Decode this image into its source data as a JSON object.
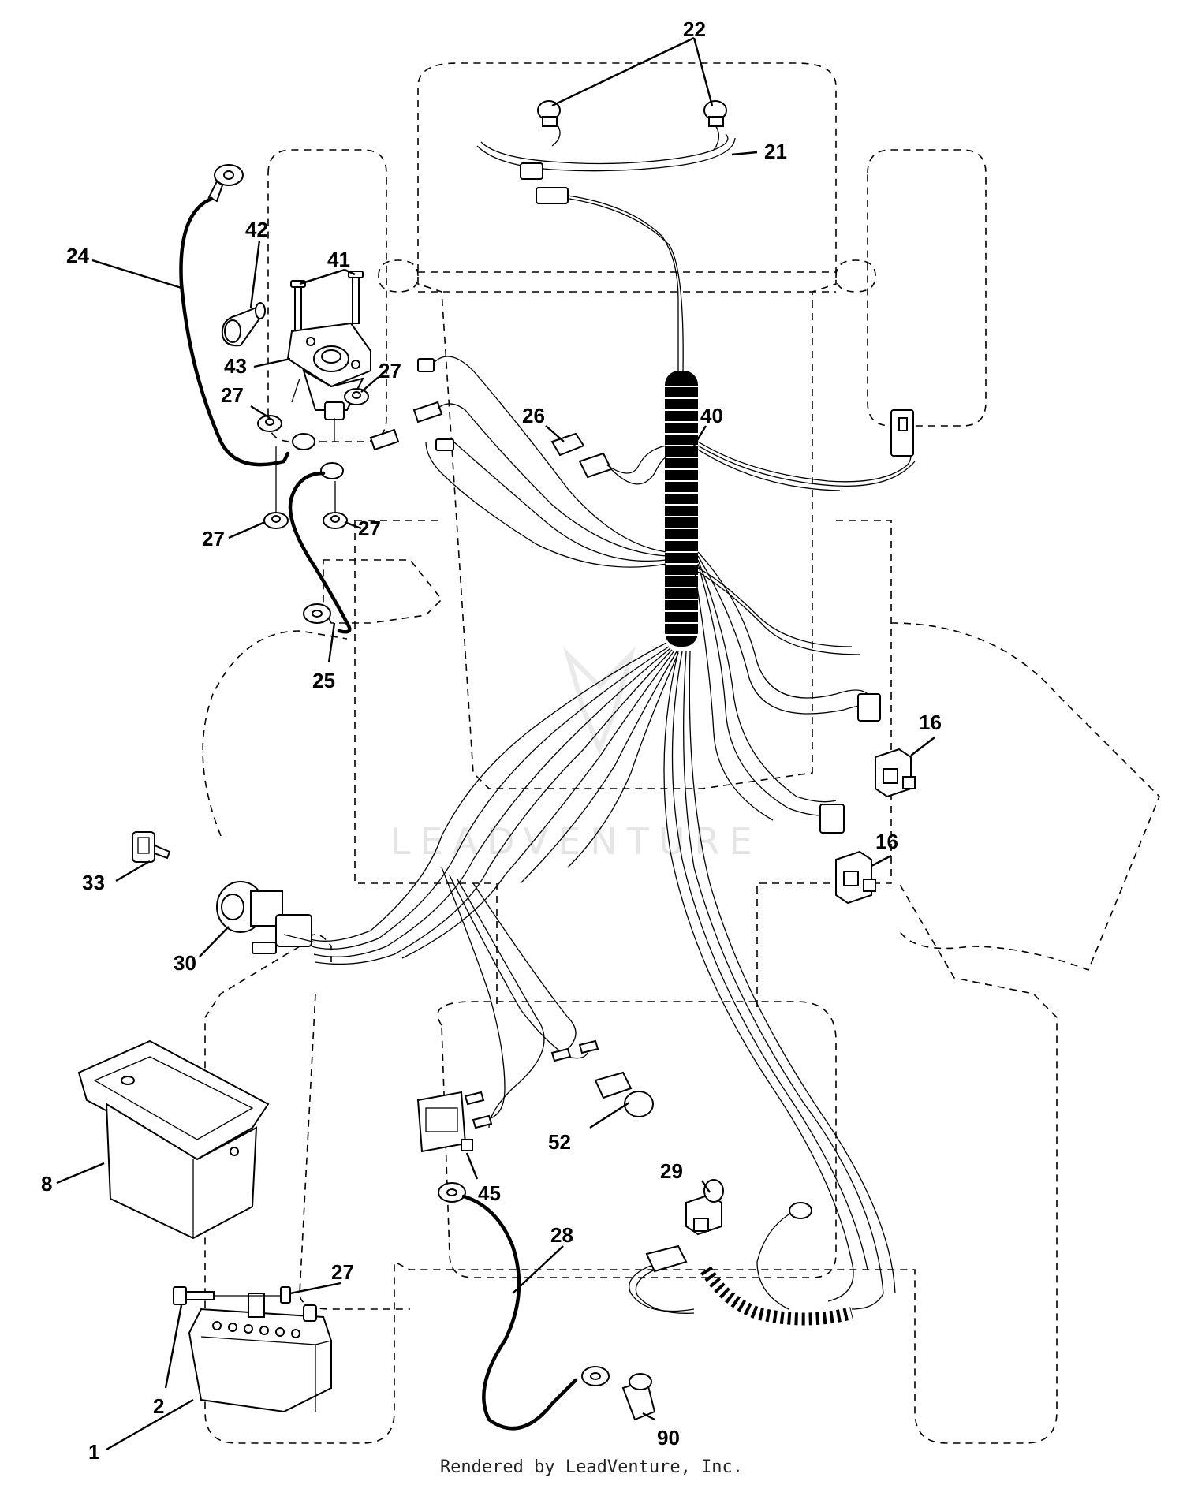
{
  "diagram": {
    "callouts": [
      "22",
      "21",
      "24",
      "42",
      "41",
      "43",
      "27",
      "27",
      "27",
      "27",
      "26",
      "40",
      "25",
      "16",
      "16",
      "33",
      "30",
      "8",
      "2",
      "27",
      "45",
      "52",
      "29",
      "28",
      "1",
      "90"
    ],
    "watermark": "LEADVENTURE"
  },
  "footer": {
    "credit": "Rendered by LeadVenture, Inc."
  },
  "colors": {
    "ink": "#000000",
    "background": "#ffffff",
    "watermark": "#e5e5e5"
  }
}
